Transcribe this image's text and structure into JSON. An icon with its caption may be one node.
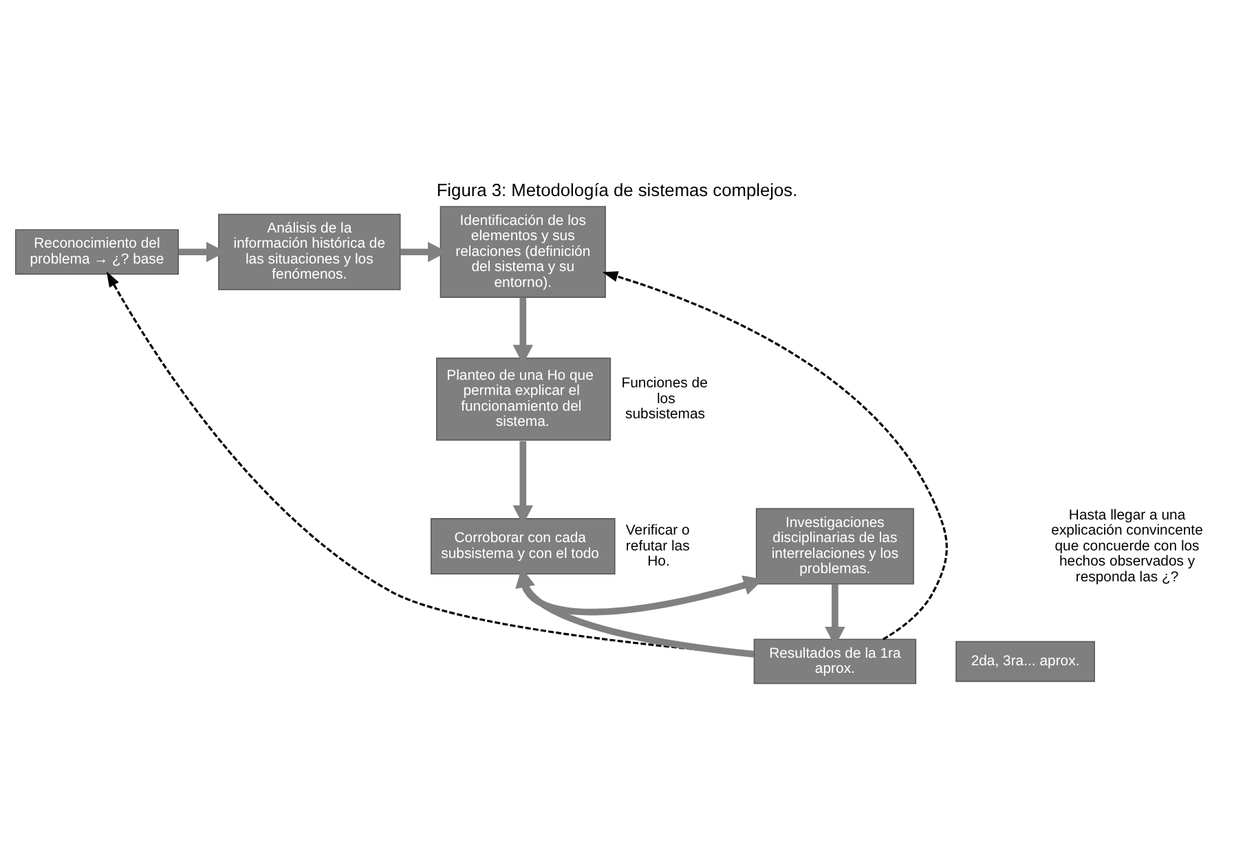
{
  "diagram": {
    "title": "Figura 3: Metodología de sistemas complejos.",
    "nodes": [
      {
        "text": [
          "Reconocimiento del problema → ¿? base"
        ]
      },
      {
        "text": [
          "Análisis de la información histórica de las situaciones y los fenómenos."
        ]
      },
      {
        "text": [
          "Identificación de los elementos y sus relaciones (definición del sistema y su entorno)."
        ]
      },
      {
        "text": [
          "Planteo de una Ho que permita explicar el funcionamiento del sistema."
        ],
        "beside": [
          "Funciones de los subsistemas"
        ]
      },
      {
        "text": [
          "Corroborar con cada subsistema y con el todo"
        ],
        "beside": [
          "Verificar o refutar las Ho."
        ]
      },
      {
        "text": [
          "Investigaciones disciplinarias de las interrelaciones y los problemas."
        ]
      },
      {
        "text": [
          "Resultados de la 1ra aprox."
        ]
      },
      {
        "text": [
          "2da, 3ra... aprox."
        ]
      }
    ],
    "edges": [
      {
        "from": 0,
        "to": 1,
        "arrow": "to"
      },
      {
        "from": 1,
        "to": 2,
        "arrow": "to"
      },
      {
        "from": 2,
        "to": 3,
        "arrow": "to"
      },
      {
        "from": 3,
        "to": 4,
        "arrow": "to"
      },
      {
        "from": 4,
        "to": 5,
        "arrow": "to"
      },
      {
        "from": 5,
        "to": 6,
        "arrow": "to"
      },
      {
        "from": 6,
        "to": 0,
        "arrow": "to",
        "style": "dashed",
        "color": "#000000"
      },
      {
        "from": 6,
        "to": 2,
        "arrow": "to",
        "style": "dashed",
        "color": "#000000"
      },
      {
        "from": 6,
        "to": 4,
        "arrow": "to"
      }
    ],
    "labels": [
      "Hasta llegar a una explicación convincente que concuerde con los hechos observados y responda las ¿?"
    ]
  }
}
